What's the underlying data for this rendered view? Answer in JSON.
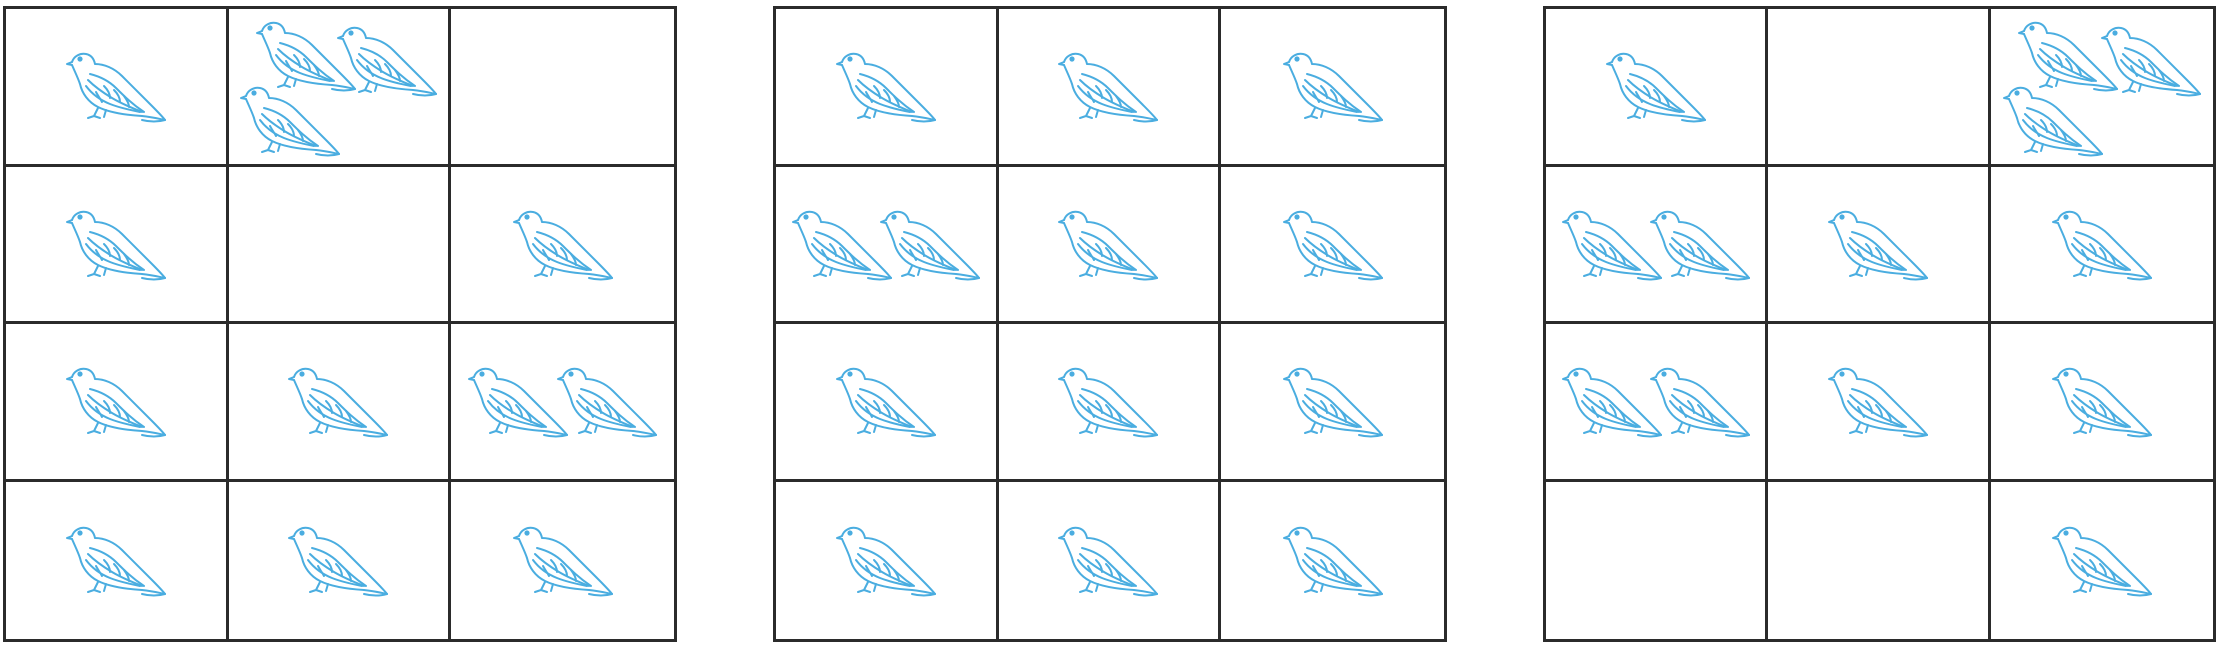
{
  "colors": {
    "bird_stroke": "#4aade0",
    "grid_line": "#2b2b2b",
    "background": "#ffffff"
  },
  "icon": "dove-icon",
  "grids": [
    {
      "name": "grid-1",
      "rows": 4,
      "cols": 3,
      "cells": [
        [
          1,
          3,
          0
        ],
        [
          1,
          0,
          1
        ],
        [
          1,
          1,
          2
        ],
        [
          1,
          1,
          1
        ]
      ]
    },
    {
      "name": "grid-2",
      "rows": 4,
      "cols": 3,
      "cells": [
        [
          1,
          1,
          1
        ],
        [
          2,
          1,
          1
        ],
        [
          1,
          1,
          1
        ],
        [
          1,
          1,
          1
        ]
      ]
    },
    {
      "name": "grid-3",
      "rows": 4,
      "cols": 3,
      "cells": [
        [
          1,
          0,
          3
        ],
        [
          2,
          1,
          1
        ],
        [
          2,
          1,
          1
        ],
        [
          0,
          0,
          1
        ]
      ]
    }
  ]
}
